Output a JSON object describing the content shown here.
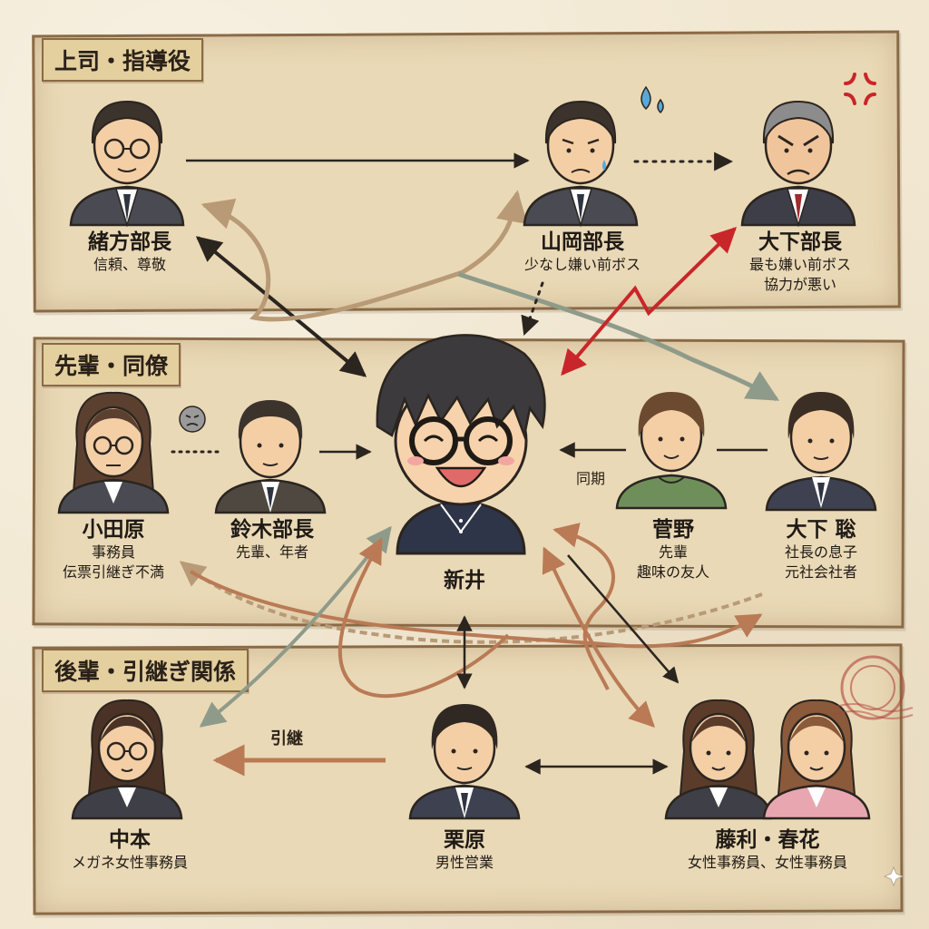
{
  "sections": {
    "boss": "上司・指導役",
    "peer": "先輩・同僚",
    "junior": "後輩・引継ぎ関係"
  },
  "people": {
    "ogata": {
      "name": "緒方部長",
      "desc": "信頼、尊敬"
    },
    "yamaoka": {
      "name": "山岡部長",
      "desc": "少なし嫌い前ボス"
    },
    "oshita_bucho": {
      "name": "大下部長",
      "desc1": "最も嫌い前ボス",
      "desc2": "協力が悪い"
    },
    "odawara": {
      "name": "小田原",
      "desc1": "事務員",
      "desc2": "伝票引継ぎ不満"
    },
    "suzuki": {
      "name": "鈴木部長",
      "desc": "先輩、年者"
    },
    "arai": {
      "name": "新井"
    },
    "sugano": {
      "name": "菅野",
      "desc1": "先輩",
      "desc2": "趣味の友人"
    },
    "oshita_satoshi": {
      "name": "大下 聡",
      "desc1": "社長の息子",
      "desc2": "元社会社者"
    },
    "nakamoto": {
      "name": "中本",
      "desc": "メガネ女性事務員"
    },
    "kurihara": {
      "name": "栗原",
      "desc": "男性営業"
    },
    "fujitoshi": {
      "name": "藤利・春花",
      "desc": "女性事務員、女性事務員"
    }
  },
  "edge_labels": {
    "douki": "同期",
    "hikitsugi": "引継"
  },
  "colors": {
    "dark": "#2b2520",
    "red": "#c8262a",
    "brown": "#b97a55",
    "gray": "#8f9b8a",
    "tan": "#b89a76"
  }
}
